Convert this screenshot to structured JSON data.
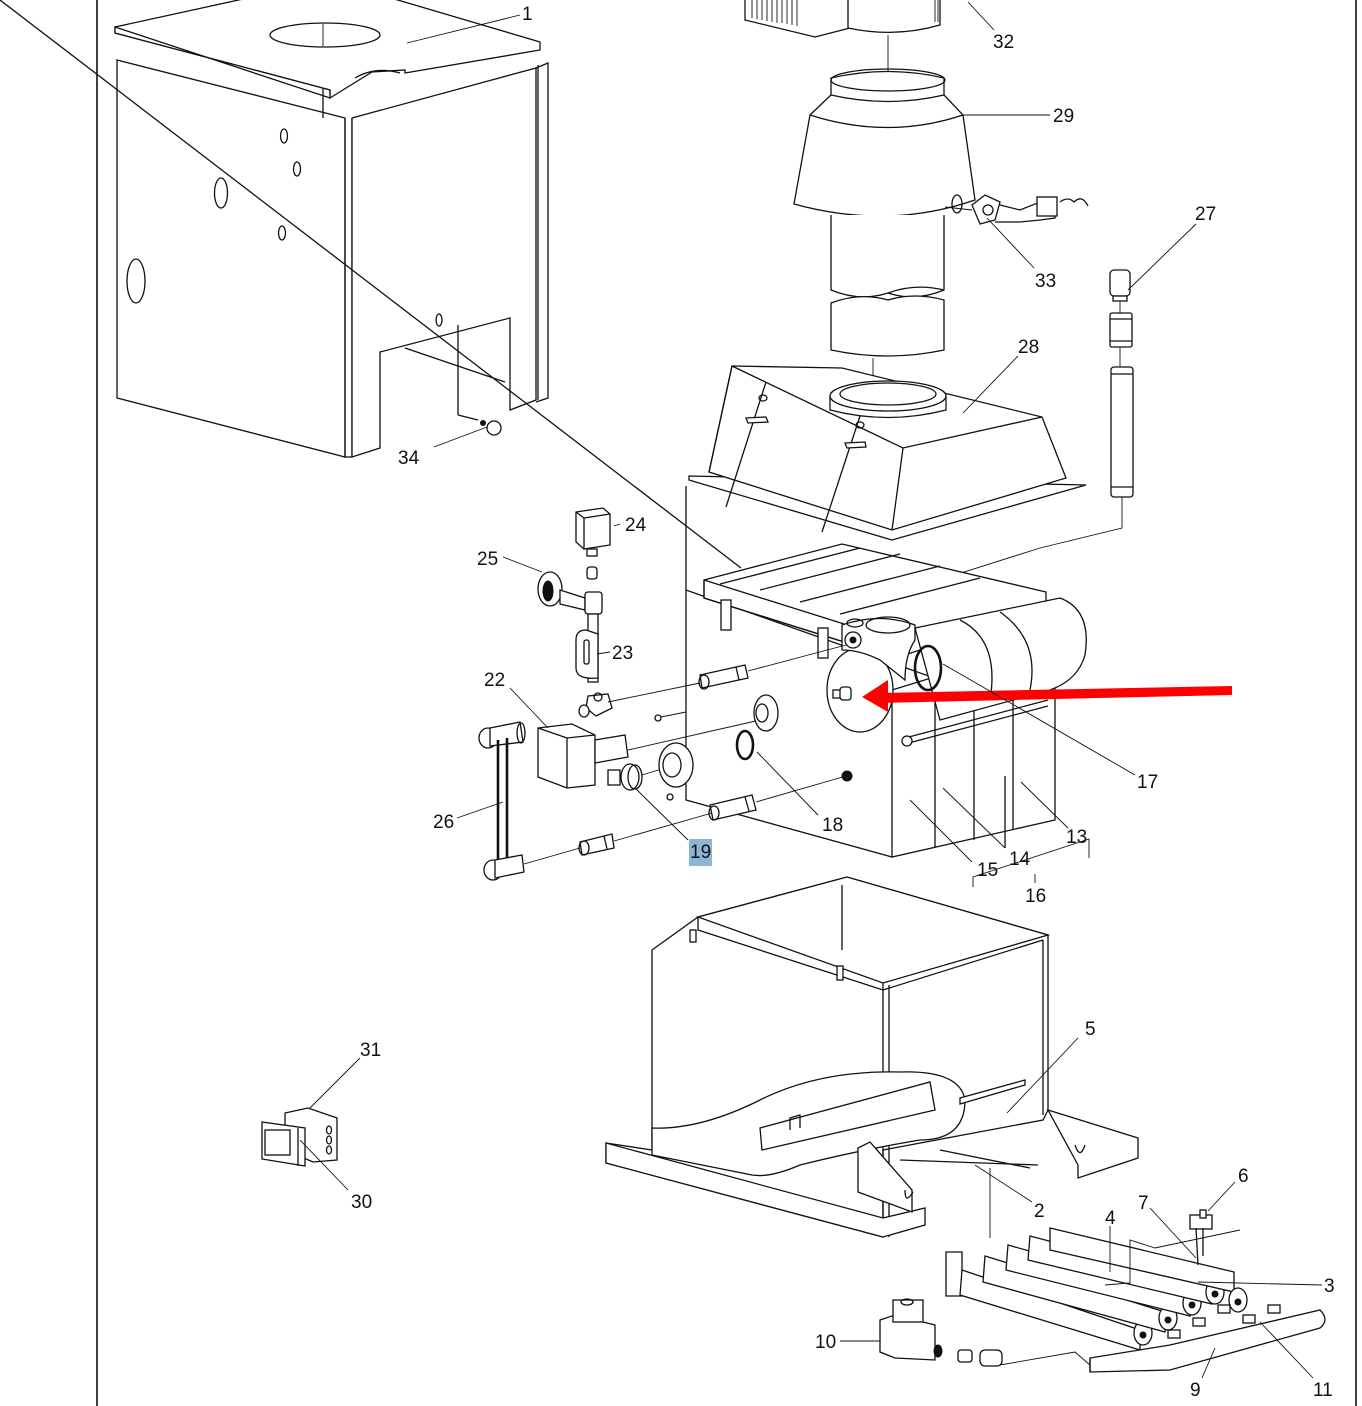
{
  "diagram": {
    "highlighted_part": "19",
    "highlight_color": "#8fb5d6",
    "arrow_color": "#ff0000",
    "arrow_target_part": "17",
    "callouts": [
      {
        "id": "1",
        "text": "1"
      },
      {
        "id": "2",
        "text": "2"
      },
      {
        "id": "3",
        "text": "3"
      },
      {
        "id": "4",
        "text": "4"
      },
      {
        "id": "5",
        "text": "5"
      },
      {
        "id": "6",
        "text": "6"
      },
      {
        "id": "7",
        "text": "7"
      },
      {
        "id": "9",
        "text": "9"
      },
      {
        "id": "10",
        "text": "10"
      },
      {
        "id": "11",
        "text": "11"
      },
      {
        "id": "13",
        "text": "13"
      },
      {
        "id": "14",
        "text": "14"
      },
      {
        "id": "15",
        "text": "15"
      },
      {
        "id": "16",
        "text": "16"
      },
      {
        "id": "17",
        "text": "17"
      },
      {
        "id": "18",
        "text": "18"
      },
      {
        "id": "19",
        "text": "19"
      },
      {
        "id": "22",
        "text": "22"
      },
      {
        "id": "23",
        "text": "23"
      },
      {
        "id": "24",
        "text": "24"
      },
      {
        "id": "25",
        "text": "25"
      },
      {
        "id": "26",
        "text": "26"
      },
      {
        "id": "27",
        "text": "27"
      },
      {
        "id": "28",
        "text": "28"
      },
      {
        "id": "29",
        "text": "29"
      },
      {
        "id": "30",
        "text": "30"
      },
      {
        "id": "31",
        "text": "31"
      },
      {
        "id": "32",
        "text": "32"
      },
      {
        "id": "33",
        "text": "33"
      },
      {
        "id": "34",
        "text": "34"
      }
    ]
  }
}
